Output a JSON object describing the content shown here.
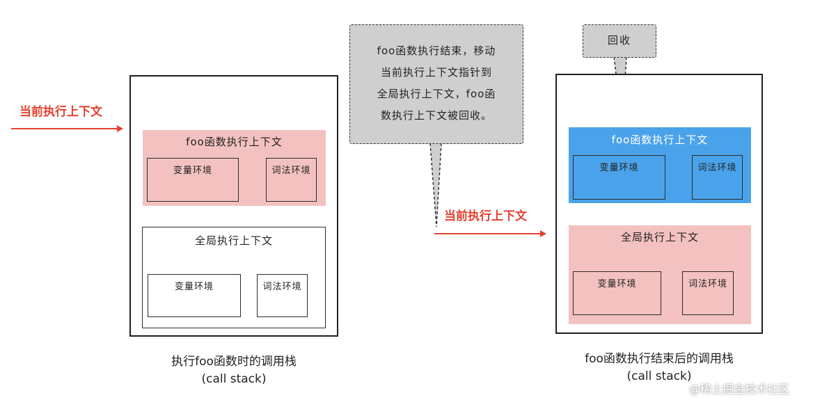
{
  "left_pointer_label": "当前执行上下文",
  "left_stack": {
    "foo_ctx": {
      "title": "foo函数执行上下文",
      "var_env": "变量环境",
      "lex_env": "词法环境"
    },
    "global_ctx": {
      "title": "全局执行上下文",
      "var_env": "变量环境",
      "lex_env": "词法环境"
    },
    "caption_line1": "执行foo函数时的调用栈",
    "caption_line2": "(call stack)"
  },
  "note_bubble": {
    "line1": "foo函数执行结束，移动",
    "line2": "当前执行上下文指针到",
    "line3": "全局执行上下文，foo函",
    "line4": "数执行上下文被回收。"
  },
  "recycle_bubble": {
    "text": "回收"
  },
  "middle_pointer_label": "当前执行上下文",
  "right_stack": {
    "foo_ctx": {
      "title": "foo函数执行上下文",
      "var_env": "变量环境",
      "lex_env": "词法环境"
    },
    "global_ctx": {
      "title": "全局执行上下文",
      "var_env": "变量环境",
      "lex_env": "词法环境"
    },
    "caption_line1": "foo函数执行结束后的调用栈",
    "caption_line2": "(call stack)"
  },
  "watermark": "@稀土掘金技术社区",
  "colors": {
    "pointer": "#e4412f",
    "pink_ctx": "#f3c2c0",
    "blue_ctx": "#4aa3ea",
    "bubble_gray": "#cfcfcf"
  }
}
